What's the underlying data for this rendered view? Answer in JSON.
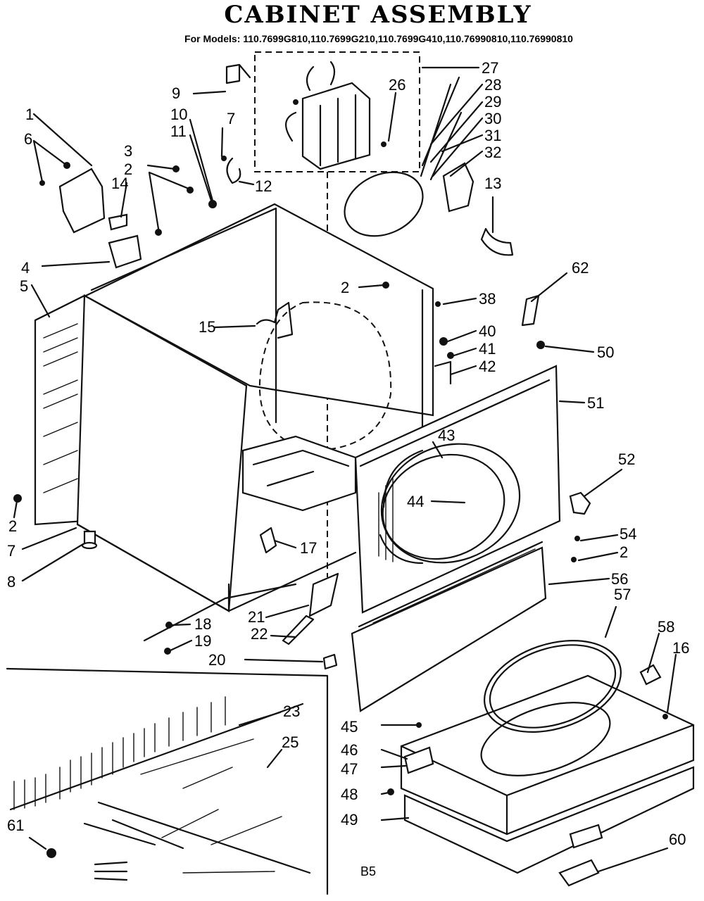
{
  "title": "CABINET ASSEMBLY",
  "models_line": "For Models: 110.7699G810,110.7699G210,110.7699G410,110.76990810,110.76990810",
  "page_code": "B5",
  "callouts": [
    {
      "id": "c1",
      "label": "1"
    },
    {
      "id": "c6",
      "label": "6"
    },
    {
      "id": "c14",
      "label": "14"
    },
    {
      "id": "c3",
      "label": "3"
    },
    {
      "id": "c2a",
      "label": "2"
    },
    {
      "id": "c9",
      "label": "9"
    },
    {
      "id": "c10",
      "label": "10"
    },
    {
      "id": "c11",
      "label": "11"
    },
    {
      "id": "c7a",
      "label": "7"
    },
    {
      "id": "c12",
      "label": "12"
    },
    {
      "id": "c27",
      "label": "27"
    },
    {
      "id": "c26",
      "label": "26"
    },
    {
      "id": "c28",
      "label": "28"
    },
    {
      "id": "c29",
      "label": "29"
    },
    {
      "id": "c30",
      "label": "30"
    },
    {
      "id": "c31",
      "label": "31"
    },
    {
      "id": "c32",
      "label": "32"
    },
    {
      "id": "c13",
      "label": "13"
    },
    {
      "id": "c4",
      "label": "4"
    },
    {
      "id": "c5",
      "label": "5"
    },
    {
      "id": "c2b",
      "label": "2"
    },
    {
      "id": "c38",
      "label": "38"
    },
    {
      "id": "c62",
      "label": "62"
    },
    {
      "id": "c15",
      "label": "15"
    },
    {
      "id": "c40",
      "label": "40"
    },
    {
      "id": "c41",
      "label": "41"
    },
    {
      "id": "c42",
      "label": "42"
    },
    {
      "id": "c50",
      "label": "50"
    },
    {
      "id": "c51",
      "label": "51"
    },
    {
      "id": "c43",
      "label": "43"
    },
    {
      "id": "c52",
      "label": "52"
    },
    {
      "id": "c44",
      "label": "44"
    },
    {
      "id": "c2c",
      "label": "2"
    },
    {
      "id": "c54",
      "label": "54"
    },
    {
      "id": "c2d",
      "label": "2"
    },
    {
      "id": "c7b",
      "label": "7"
    },
    {
      "id": "c56",
      "label": "56"
    },
    {
      "id": "c17",
      "label": "17"
    },
    {
      "id": "c8",
      "label": "8"
    },
    {
      "id": "c57",
      "label": "57"
    },
    {
      "id": "c21",
      "label": "21"
    },
    {
      "id": "c18",
      "label": "18"
    },
    {
      "id": "c22",
      "label": "22"
    },
    {
      "id": "c58",
      "label": "58"
    },
    {
      "id": "c19",
      "label": "19"
    },
    {
      "id": "c16",
      "label": "16"
    },
    {
      "id": "c20",
      "label": "20"
    },
    {
      "id": "c23",
      "label": "23"
    },
    {
      "id": "c25",
      "label": "25"
    },
    {
      "id": "c45",
      "label": "45"
    },
    {
      "id": "c46",
      "label": "46"
    },
    {
      "id": "c47",
      "label": "47"
    },
    {
      "id": "c48",
      "label": "48"
    },
    {
      "id": "c49",
      "label": "49"
    },
    {
      "id": "c61",
      "label": "61"
    },
    {
      "id": "c60",
      "label": "60"
    }
  ]
}
